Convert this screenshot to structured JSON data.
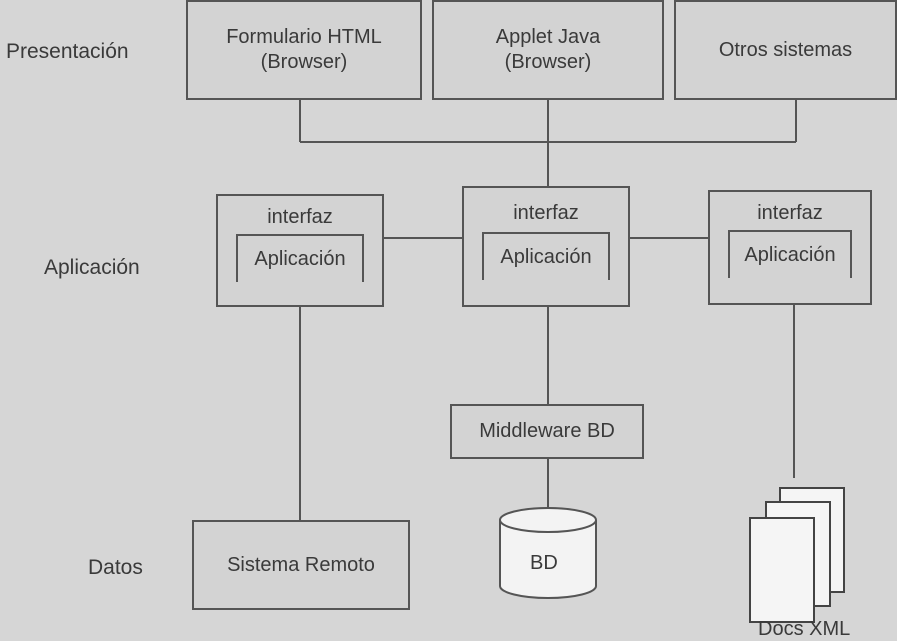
{
  "layers": {
    "presentation": "Presentación",
    "application": "Aplicación",
    "data": "Datos"
  },
  "presentation_boxes": [
    {
      "line1": "Formulario HTML",
      "line2": "(Browser)"
    },
    {
      "line1": "Applet Java",
      "line2": "(Browser)"
    },
    {
      "line1": "Otros sistemas",
      "line2": ""
    }
  ],
  "app_nodes": [
    {
      "interface": "interfaz",
      "app": "Aplicación"
    },
    {
      "interface": "interfaz",
      "app": "Aplicación"
    },
    {
      "interface": "interfaz",
      "app": "Aplicación"
    }
  ],
  "middleware": "Middleware BD",
  "remote_system": "Sistema Remoto",
  "database": "BD",
  "docs": "Docs XML"
}
